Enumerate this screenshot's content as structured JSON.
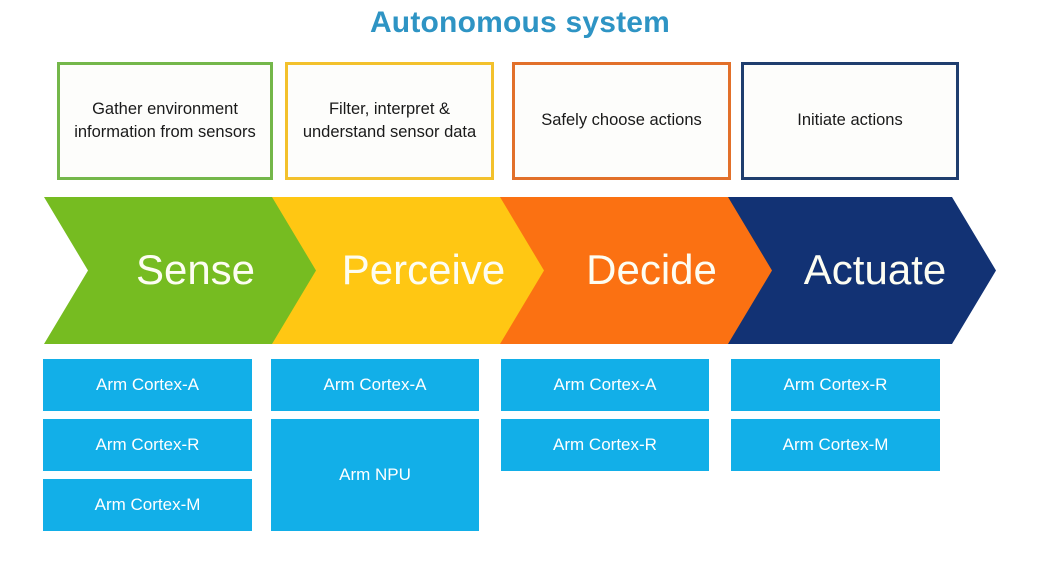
{
  "title": "Autonomous system",
  "title_color": "#2E94C4",
  "descriptions": [
    {
      "text": "Gather environment information from sensors",
      "border_color": "#74B74A"
    },
    {
      "text": "Filter, interpret & understand sensor data",
      "border_color": "#F3C12C"
    },
    {
      "text": "Safely choose actions",
      "border_color": "#E2702A"
    },
    {
      "text": "Initiate actions",
      "border_color": "#1F3E6E"
    }
  ],
  "stages": [
    {
      "label": "Sense",
      "color": "#76BC21"
    },
    {
      "label": "Perceive",
      "color": "#FFC713"
    },
    {
      "label": "Decide",
      "color": "#FB7112"
    },
    {
      "label": "Actuate",
      "color": "#123274"
    }
  ],
  "processor_color": "#12AFE8",
  "processors": [
    {
      "items": [
        {
          "label": "Arm Cortex-A",
          "tall": false
        },
        {
          "label": "Arm Cortex-R",
          "tall": false
        },
        {
          "label": "Arm Cortex-M",
          "tall": false
        }
      ]
    },
    {
      "items": [
        {
          "label": "Arm Cortex-A",
          "tall": false
        },
        {
          "label": "Arm NPU",
          "tall": true
        }
      ]
    },
    {
      "items": [
        {
          "label": "Arm Cortex-A",
          "tall": false
        },
        {
          "label": "Arm Cortex-R",
          "tall": false
        }
      ]
    },
    {
      "items": [
        {
          "label": "Arm Cortex-R",
          "tall": false
        },
        {
          "label": "Arm Cortex-M",
          "tall": false
        }
      ]
    }
  ]
}
